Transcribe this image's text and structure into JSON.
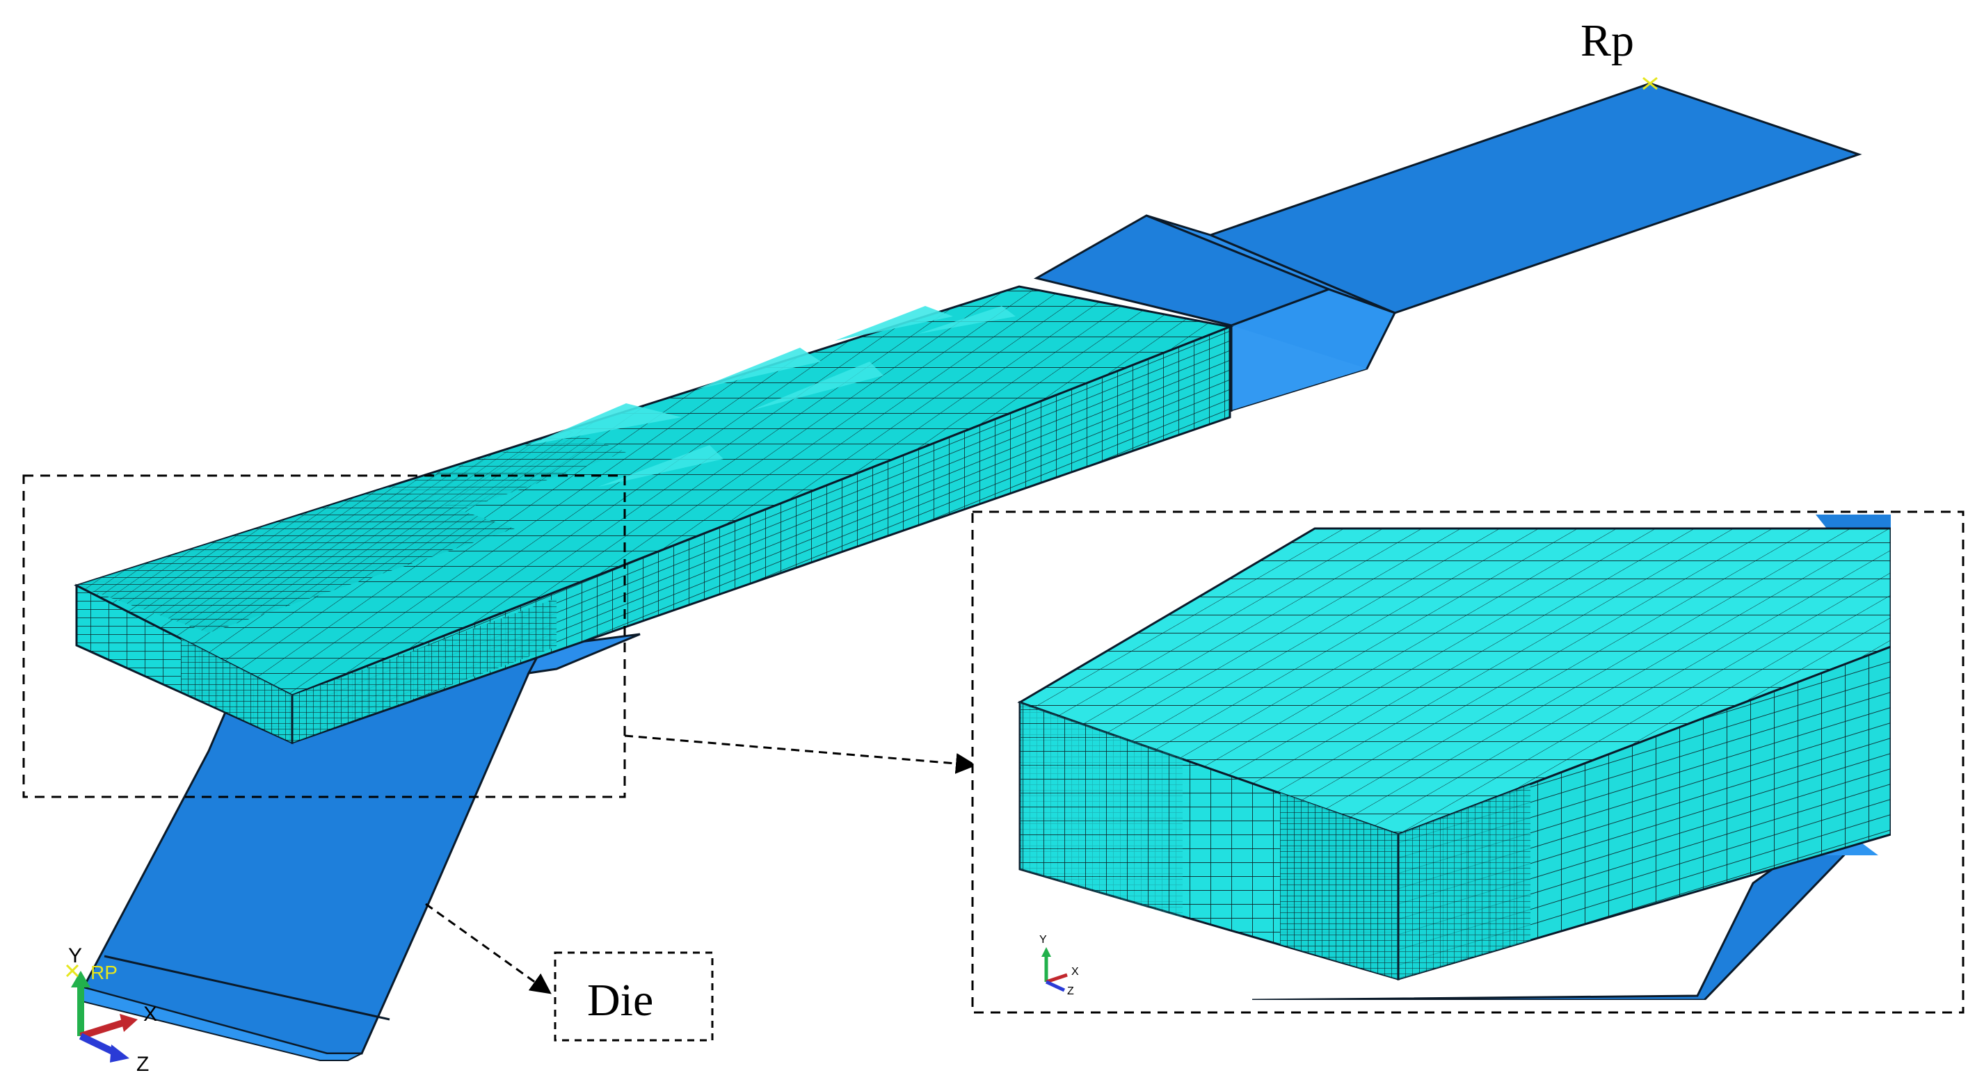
{
  "labels": {
    "reference_point": "Rp",
    "die": "Die"
  },
  "triad_main": {
    "y": "Y",
    "x": "X",
    "z": "Z",
    "rp_marker": "RP"
  },
  "triad_inset": {
    "y": "Y",
    "x": "X",
    "z": "Z"
  },
  "colors": {
    "die_surface": "#1E7FDB",
    "die_surface_light": "#2E95F0",
    "mesh_fill": "#14D9D9",
    "mesh_fill_light": "#3FE8E8",
    "mesh_line": "#0B1F24",
    "rp_marker": "#E6E61E"
  }
}
